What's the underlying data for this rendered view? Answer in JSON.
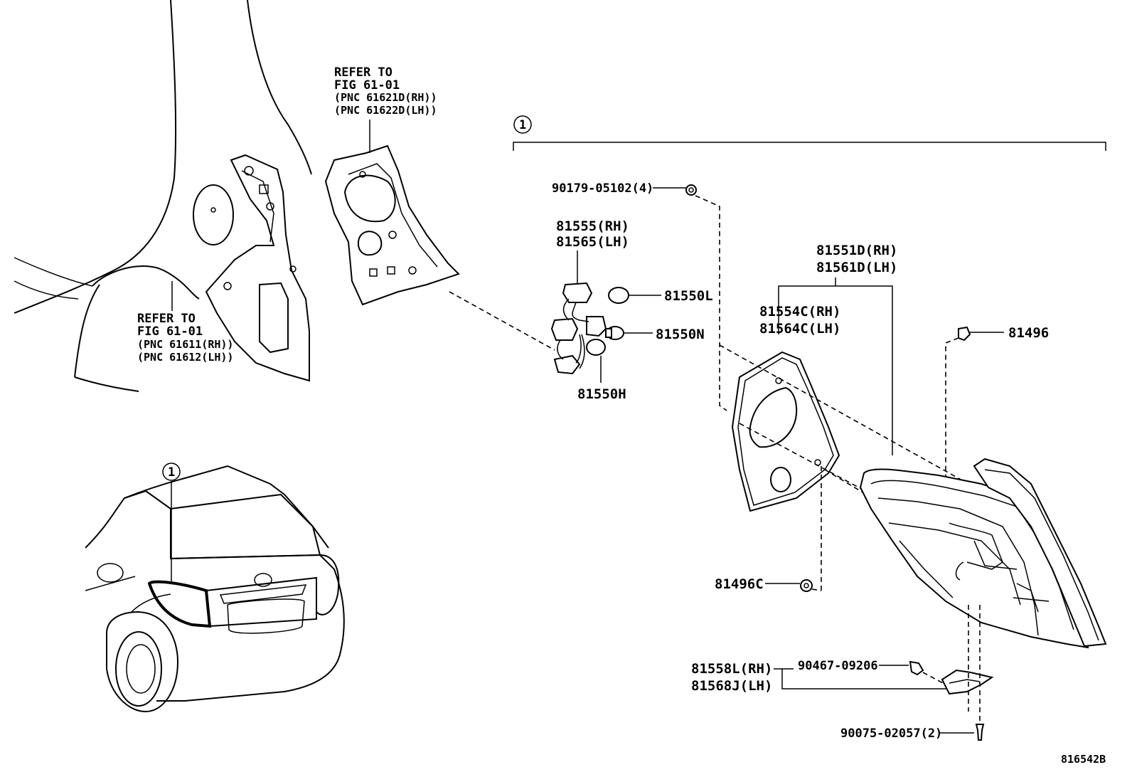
{
  "labels": {
    "refer_upper": [
      "REFER TO",
      "FIG 61-01",
      "(PNC 61621D(RH))",
      "(PNC 61622D(LH))"
    ],
    "refer_lower": [
      "REFER TO",
      "FIG 61-01",
      "(PNC 61611(RH))",
      "(PNC 61612(LH))"
    ],
    "callout_1": "1",
    "p90179": "90179-05102(4)",
    "p81555": "81555(RH)",
    "p81565": "81565(LH)",
    "p81550L": "81550L",
    "p81550N": "81550N",
    "p81550H": "81550H",
    "p81551D": "81551D(RH)",
    "p81561D": "81561D(LH)",
    "p81554C": "81554C(RH)",
    "p81564C": "81564C(LH)",
    "p81496": "81496",
    "p81496C": "81496C",
    "p81558L": "81558L(RH)",
    "p81568J": "81568J(LH)",
    "p90467": "90467-09206",
    "p90075": "90075-02057(2)",
    "figure_id": "816542B"
  }
}
